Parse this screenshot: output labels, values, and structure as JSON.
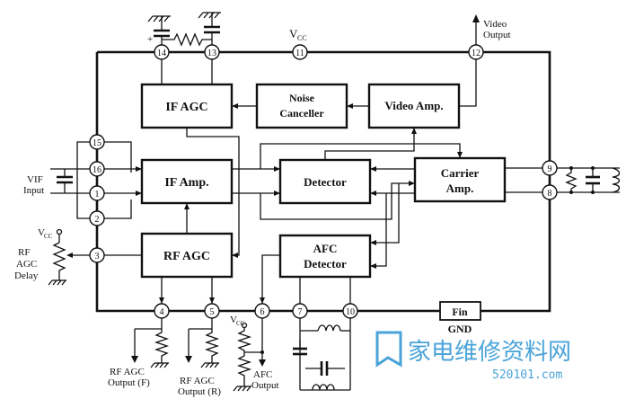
{
  "blocks": {
    "if_agc": "IF  AGC",
    "noise_canceller_1": "Noise",
    "noise_canceller_2": "Canceller",
    "video_amp": "Video Amp.",
    "if_amp": "IF  Amp.",
    "detector": "Detector",
    "carrier_amp_1": "Carrier",
    "carrier_amp_2": "Amp.",
    "rf_agc": "RF  AGC",
    "afc_1": "AFC",
    "afc_2": "Detector",
    "fin": "Fin"
  },
  "pins": [
    "14",
    "13",
    "11",
    "12",
    "15",
    "16",
    "1",
    "2",
    "3",
    "9",
    "8",
    "4",
    "5",
    "6",
    "7",
    "10"
  ],
  "labels": {
    "vcc_top": "V",
    "vcc_top_sub": "CC",
    "video_out_1": "Video",
    "video_out_2": "Output",
    "vif_1": "VIF",
    "vif_2": "Input",
    "vcc_left": "V",
    "vcc_left_sub": "CC",
    "rf_delay_1": "RF",
    "rf_delay_2": "AGC",
    "rf_delay_3": "Delay",
    "rf_out_f_1": "RF AGC",
    "rf_out_f_2": "Output (F)",
    "rf_out_r_1": "RF AGC",
    "rf_out_r_2": "Output (R)",
    "vcc_bot": "V",
    "vcc_bot_sub": "CC",
    "afc_out_1": "AFC",
    "afc_out_2": "Output",
    "gnd": "GND",
    "plus": "+"
  },
  "watermark": {
    "cn": "家电维修资料网",
    "url": "520101.com"
  },
  "colors": {
    "line": "#111111",
    "watermark": "#4aa3d8"
  }
}
